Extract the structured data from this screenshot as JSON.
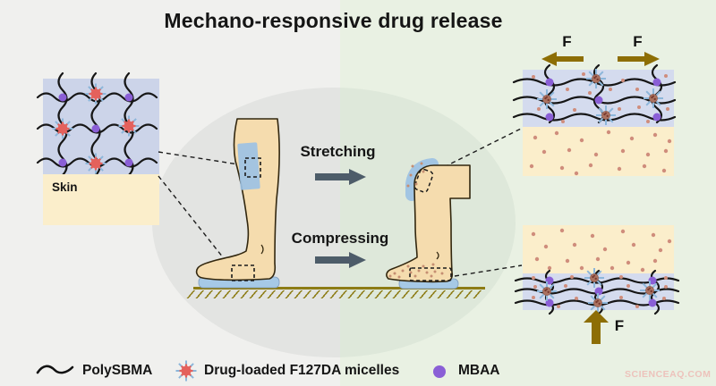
{
  "title": "Mechano-responsive drug release",
  "left_inset": {
    "skin_label": "Skin"
  },
  "actions": {
    "stretching": "Stretching",
    "compressing": "Compressing"
  },
  "force_label": "F",
  "legend": {
    "items": [
      {
        "icon": "polysbma-wave-icon",
        "label": "PolySBMA"
      },
      {
        "icon": "micelle-icon",
        "label": "Drug-loaded F127DA micelles"
      },
      {
        "icon": "mbaa-dot-icon",
        "label": "MBAA"
      }
    ]
  },
  "watermark": "SCIENCEAQ.COM",
  "colors": {
    "background_left": "#f0f0ee",
    "background_right": "#e9f1e3",
    "ellipse_left": "#e3e4e2",
    "ellipse_right": "#dee8da",
    "hydrogel_background": "#ccd4e9",
    "skin_background": "#fbeecb",
    "polymer_chain": "#161616",
    "micelle_core": "#e4615c",
    "micelle_core_released": "#aa7260",
    "micelle_spikes": "#8cb6da",
    "mbaa_crosslinker": "#8a5fd6",
    "released_drug_dot": "#cf8d7c",
    "leg_fill": "#f5dcae",
    "leg_outline": "#32270f",
    "patch_blue": "#9cc1e4",
    "insole_blue": "#a6c9e6",
    "ground": "#8d7c15",
    "force_arrow": "#8d6e05",
    "process_arrow": "#4d5c69"
  }
}
